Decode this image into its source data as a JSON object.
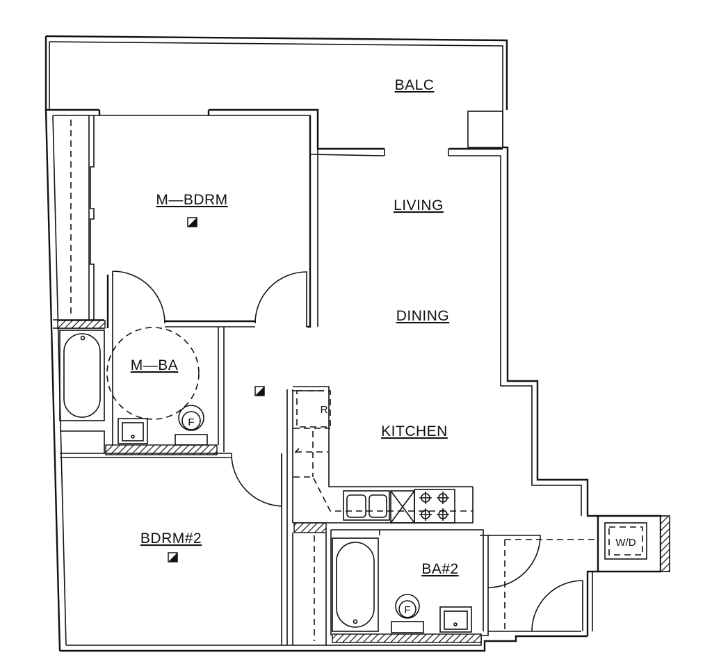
{
  "rooms": {
    "balc": "BALC",
    "m_bdrm": "M—BDRM",
    "living": "LIVING",
    "dining": "DINING",
    "m_ba": "M—BA",
    "kitchen": "KITCHEN",
    "bdrm2": "BDRM#2",
    "ba2": "BA#2"
  },
  "fixtures": {
    "refrigerator": "R",
    "washer_dryer": "W/D",
    "toilet_master": "F",
    "toilet_bath2": "F"
  }
}
